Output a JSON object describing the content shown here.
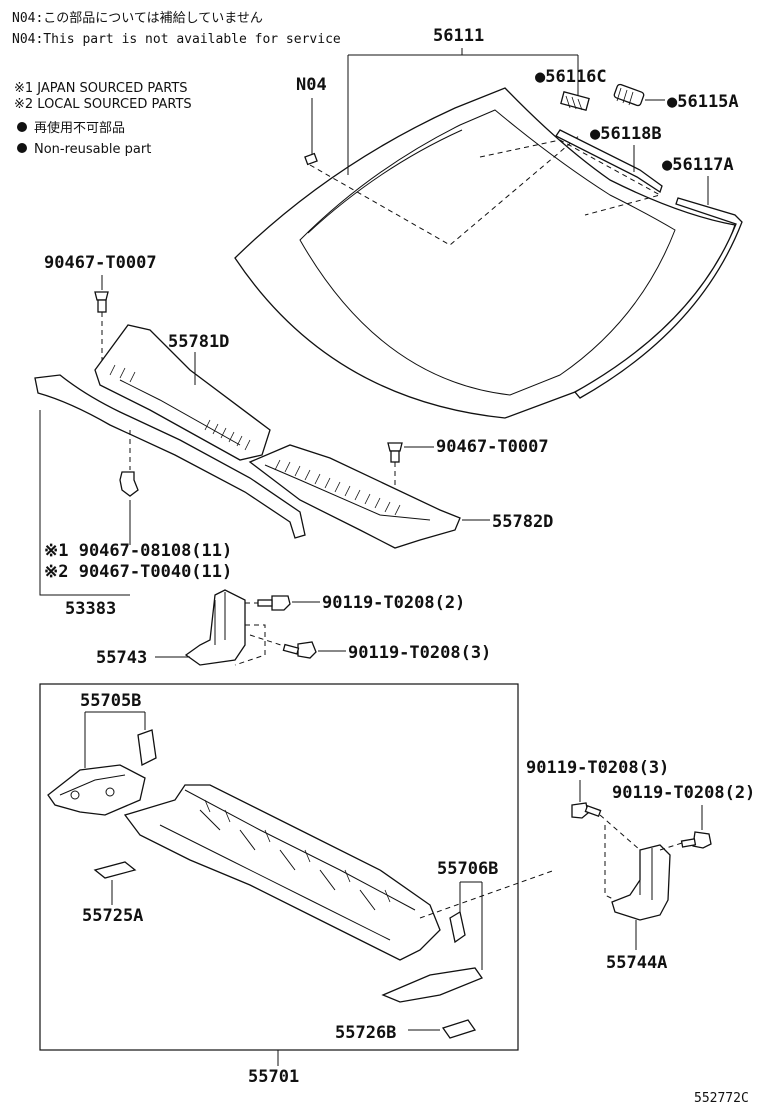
{
  "notes": {
    "n04_jp": "N04:この部品については補給していません",
    "n04_en": "N04:This part is not available for service",
    "japan_sourced": "※1 JAPAN SOURCED PARTS",
    "local_sourced": "※2 LOCAL SOURCED PARTS",
    "non_reusable_jp": "再使用不可部品",
    "non_reusable_en": "Non-reusable part"
  },
  "labels": {
    "p56111": "56111",
    "n04": "N04",
    "p56116c": "●56116C",
    "p56115a": "●56115A",
    "p56118b": "●56118B",
    "p56117a": "●56117A",
    "p90467_t0007_a": "90467-T0007",
    "p55781d": "55781D",
    "p90467_t0007_b": "90467-T0007",
    "p55782d": "55782D",
    "p90467_08108": "※1 90467-08108(11)",
    "p90467_t0040": "※2 90467-T0040(11)",
    "p53383": "53383",
    "p90119_t0208_2a": "90119-T0208(2)",
    "p55743": "55743",
    "p90119_t0208_3a": "90119-T0208(3)",
    "p55705b": "55705B",
    "p55725a": "55725A",
    "p55706b": "55706B",
    "p90119_t0208_3b": "90119-T0208(3)",
    "p90119_t0208_2b": "90119-T0208(2)",
    "p55744a": "55744A",
    "p55726b": "55726B",
    "p55701": "55701",
    "diagram_id": "552772C"
  }
}
